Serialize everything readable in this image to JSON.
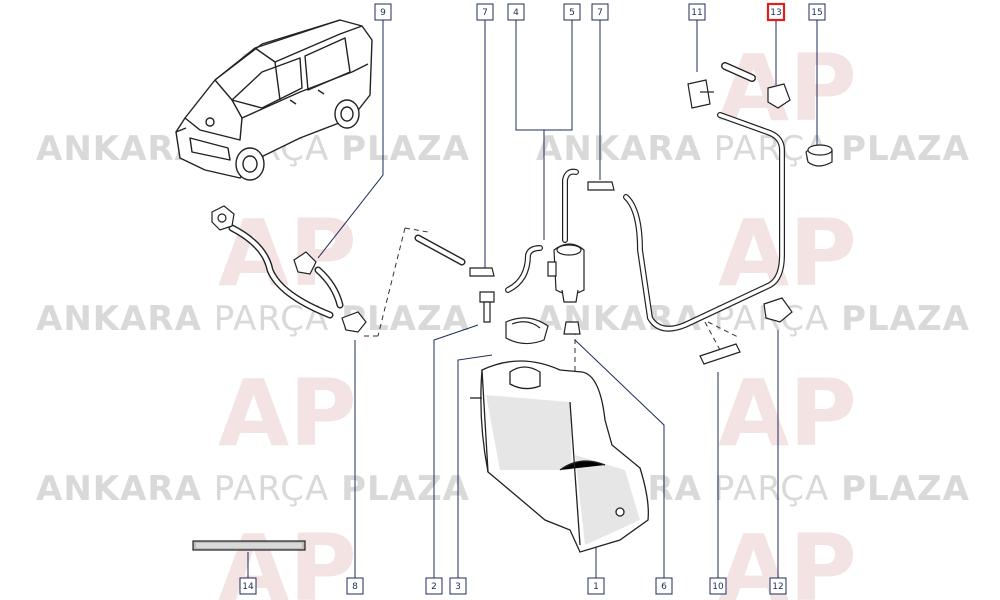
{
  "diagram": {
    "watermark": {
      "word1": "ANKARA",
      "word2": "PARÇA",
      "word3": "PLAZA",
      "logo": "AP"
    },
    "callouts": [
      "1",
      "2",
      "3",
      "4",
      "5",
      "6",
      "7",
      "7",
      "8",
      "9",
      "10",
      "11",
      "12",
      "13",
      "14",
      "15"
    ],
    "highlighted_callout": "13",
    "colors": {
      "line": "#1c2b5a",
      "highlight": "#e02020",
      "watermark": "#d9d9d9",
      "part": "#222222"
    }
  }
}
